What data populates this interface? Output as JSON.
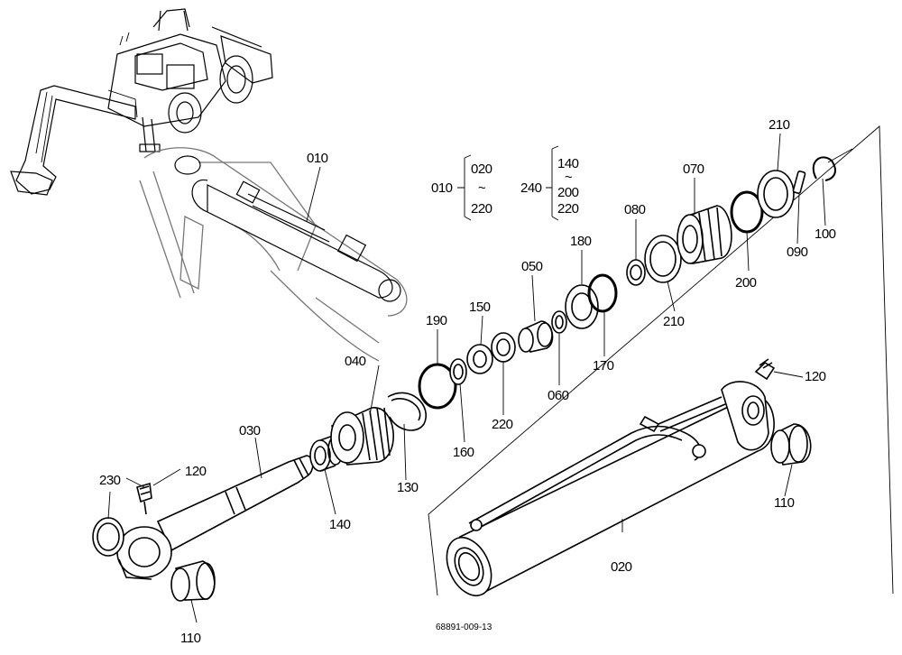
{
  "diagram": {
    "figure_code": "68891-009-13",
    "labels": {
      "p010": "010",
      "p020": "020",
      "p030": "030",
      "p040": "040",
      "p050": "050",
      "p060": "060",
      "p070": "070",
      "p080": "080",
      "p090": "090",
      "p100": "100",
      "p110a": "110",
      "p110b": "110",
      "p120a": "120",
      "p120b": "120",
      "p130": "130",
      "p140": "140",
      "p150": "150",
      "p160": "160",
      "p170": "170",
      "p180": "180",
      "p190": "190",
      "p200": "200",
      "p210a": "210",
      "p210b": "210",
      "p220": "220",
      "p230": "230"
    },
    "legend_a": {
      "parent": "010",
      "from": "020",
      "tilde": "~",
      "to": "220"
    },
    "legend_b": {
      "parent": "240",
      "from": "140",
      "tilde": "~",
      "mid": "200",
      "to": "220"
    }
  }
}
